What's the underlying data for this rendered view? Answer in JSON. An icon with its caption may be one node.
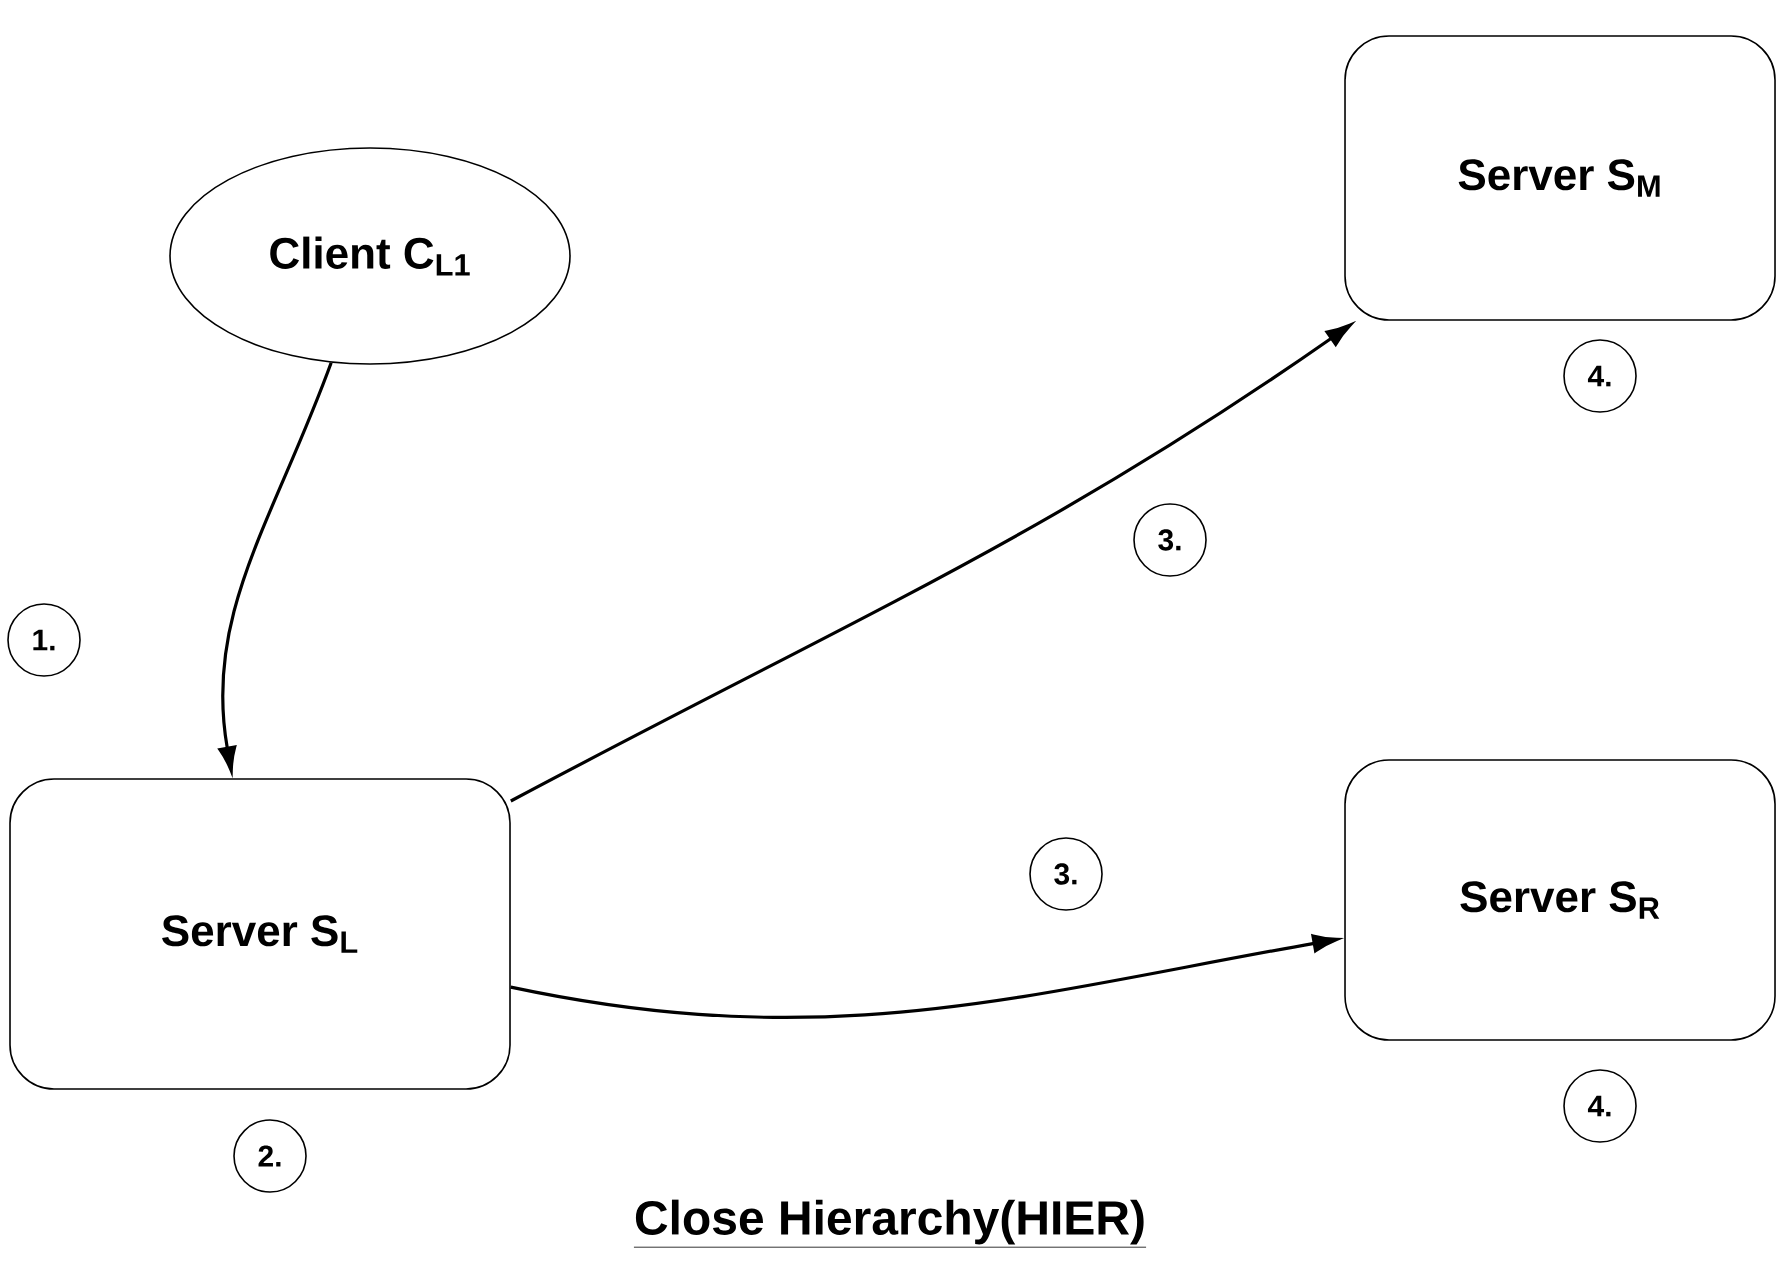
{
  "diagram": {
    "caption": "Close Hierarchy(HIER)",
    "nodes": [
      {
        "text": [
          "Client C$_{L1}$"
        ]
      },
      {
        "text": [
          "Server S$_{M}$"
        ]
      },
      {
        "text": [
          "1."
        ]
      },
      {
        "text": [
          "3."
        ]
      },
      {
        "text": [
          "4."
        ]
      },
      {
        "text": [
          "Server S$_{L}$"
        ]
      },
      {
        "text": [
          "3."
        ]
      },
      {
        "text": [
          "Server S$_{R}$"
        ]
      },
      {
        "text": [
          "2."
        ]
      },
      {
        "text": [
          "4."
        ]
      }
    ],
    "edges": [
      {
        "from": 0,
        "to": 5,
        "arrow": "to"
      },
      {
        "from": 5,
        "to": 1,
        "arrow": "to"
      },
      {
        "from": 5,
        "to": 7,
        "arrow": "to"
      }
    ]
  }
}
